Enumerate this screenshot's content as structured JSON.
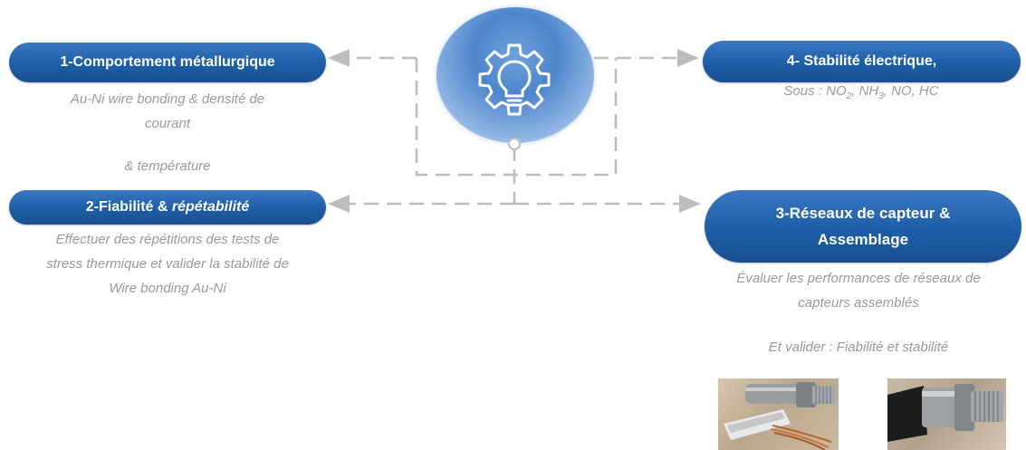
{
  "hub": {
    "icon": "gear-lightbulb-icon"
  },
  "nodes": {
    "n1": {
      "label": "1-Comportement métallurgique"
    },
    "n2": {
      "label_plain": "2-Fiabilité & ",
      "label_emph": "répétabilité"
    },
    "n3": {
      "label_prefix": "4- Stabilité électrique",
      "label_suffix": ","
    },
    "n4": {
      "line1": "3-Réseaux de capteur &",
      "line2": "Assemblage"
    }
  },
  "descriptions": {
    "d1_line1": "Au-Ni wire bonding & densité de",
    "d1_line2": "courant",
    "d1_line3": "& température",
    "d2_line1": "Effectuer des répétitions des tests de",
    "d2_line2": "stress thermique et valider la stabilité de",
    "d2_line3": "Wire bonding Au-Ni",
    "d3_prefix": "Sous : ",
    "d3_no2": "NO",
    "d3_no2_sub": "2",
    "d3_sep1": ", ",
    "d3_nh3": "NH",
    "d3_nh3_sub": "3",
    "d3_rest": ", NO, HC",
    "d4_line1": "Évaluer les performances de réseaux de",
    "d4_line2": "capteurs assemblés",
    "d4_line3": "Et valider : Fiabilité et stabilité"
  },
  "images": [
    {
      "subject": "sensor-assembly-photo"
    },
    {
      "subject": "sensor-housing-photo"
    }
  ],
  "colors": {
    "pill": "#1d5ea8",
    "connector": "#bdbdbd",
    "hub": "#4d86cc",
    "description_text": "#9a9a9a"
  }
}
